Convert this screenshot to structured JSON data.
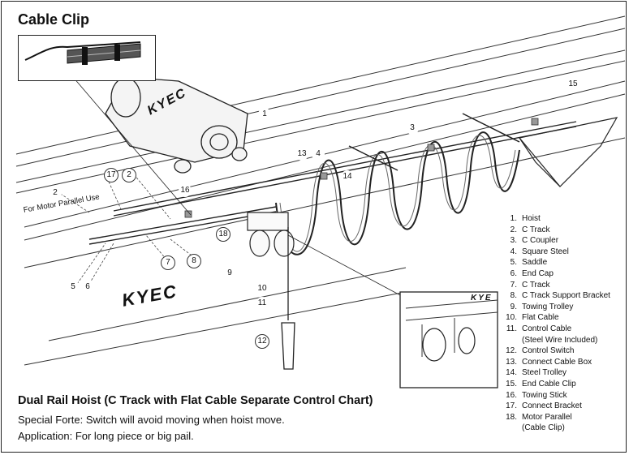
{
  "inset_title": "Cable Clip",
  "motor_label": "For Motor Parallel Use",
  "brand_text": "KYEC",
  "brand_text_small": "KYE",
  "main_title": "Dual Rail Hoist (C Track with Flat Cable Separate Control Chart)",
  "special_line": "Special Forte: Switch will avoid moving when hoist move.",
  "application_line": "Application: For long piece or big pail.",
  "legend": [
    {
      "num": "1.",
      "label": "Hoist"
    },
    {
      "num": "2.",
      "label": "C Track"
    },
    {
      "num": "3.",
      "label": "C Coupler"
    },
    {
      "num": "4.",
      "label": "Square Steel"
    },
    {
      "num": "5.",
      "label": "Saddle"
    },
    {
      "num": "6.",
      "label": "End Cap"
    },
    {
      "num": "7.",
      "label": "C Track"
    },
    {
      "num": "8.",
      "label": "C Track Support Bracket"
    },
    {
      "num": "9.",
      "label": "Towing Trolley"
    },
    {
      "num": "10.",
      "label": "Flat Cable"
    },
    {
      "num": "11.",
      "label": "Control Cable",
      "sub": "(Steel Wire Included)"
    },
    {
      "num": "12.",
      "label": "Control Switch"
    },
    {
      "num": "13.",
      "label": "Connect Cable Box"
    },
    {
      "num": "14.",
      "label": "Steel Trolley"
    },
    {
      "num": "15.",
      "label": "End Cable Clip"
    },
    {
      "num": "16.",
      "label": "Towing Stick"
    },
    {
      "num": "17.",
      "label": "Connect Bracket"
    },
    {
      "num": "18.",
      "label": "Motor Parallel",
      "sub": "(Cable Clip)"
    }
  ],
  "callouts": {
    "c1": "1",
    "c2": "2",
    "c2b": "2",
    "c3": "3",
    "c4": "4",
    "c5": "5",
    "c6": "6",
    "c7": "7",
    "c8": "8",
    "c9": "9",
    "c10": "10",
    "c11": "11",
    "c12": "12",
    "c13": "13",
    "c14": "14",
    "c15": "15",
    "c16": "16",
    "c17": "17",
    "c18": "18"
  }
}
